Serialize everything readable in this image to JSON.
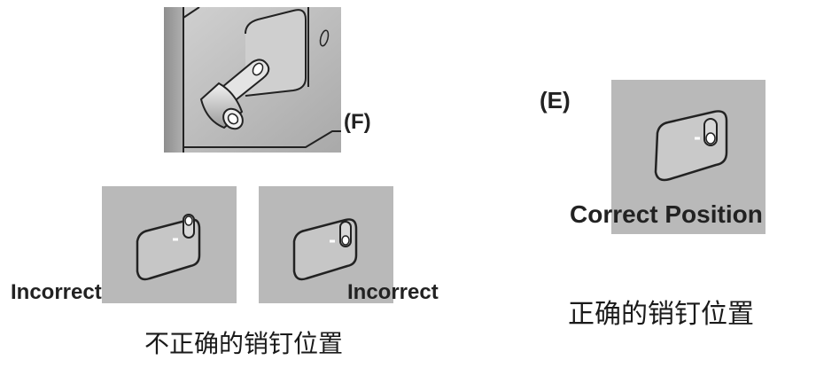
{
  "figure": {
    "label_f": "(F)",
    "label_e": "(E)",
    "incorrect_left": "Incorrect",
    "incorrect_right": "Incorrect",
    "correct_position": "Correct Position",
    "caption_incorrect": "不正确的销钉位置",
    "caption_correct": "正确的销钉位置"
  },
  "colors": {
    "panel_gray": "#b9b9b9",
    "line": "#222222",
    "text": "#222222"
  }
}
